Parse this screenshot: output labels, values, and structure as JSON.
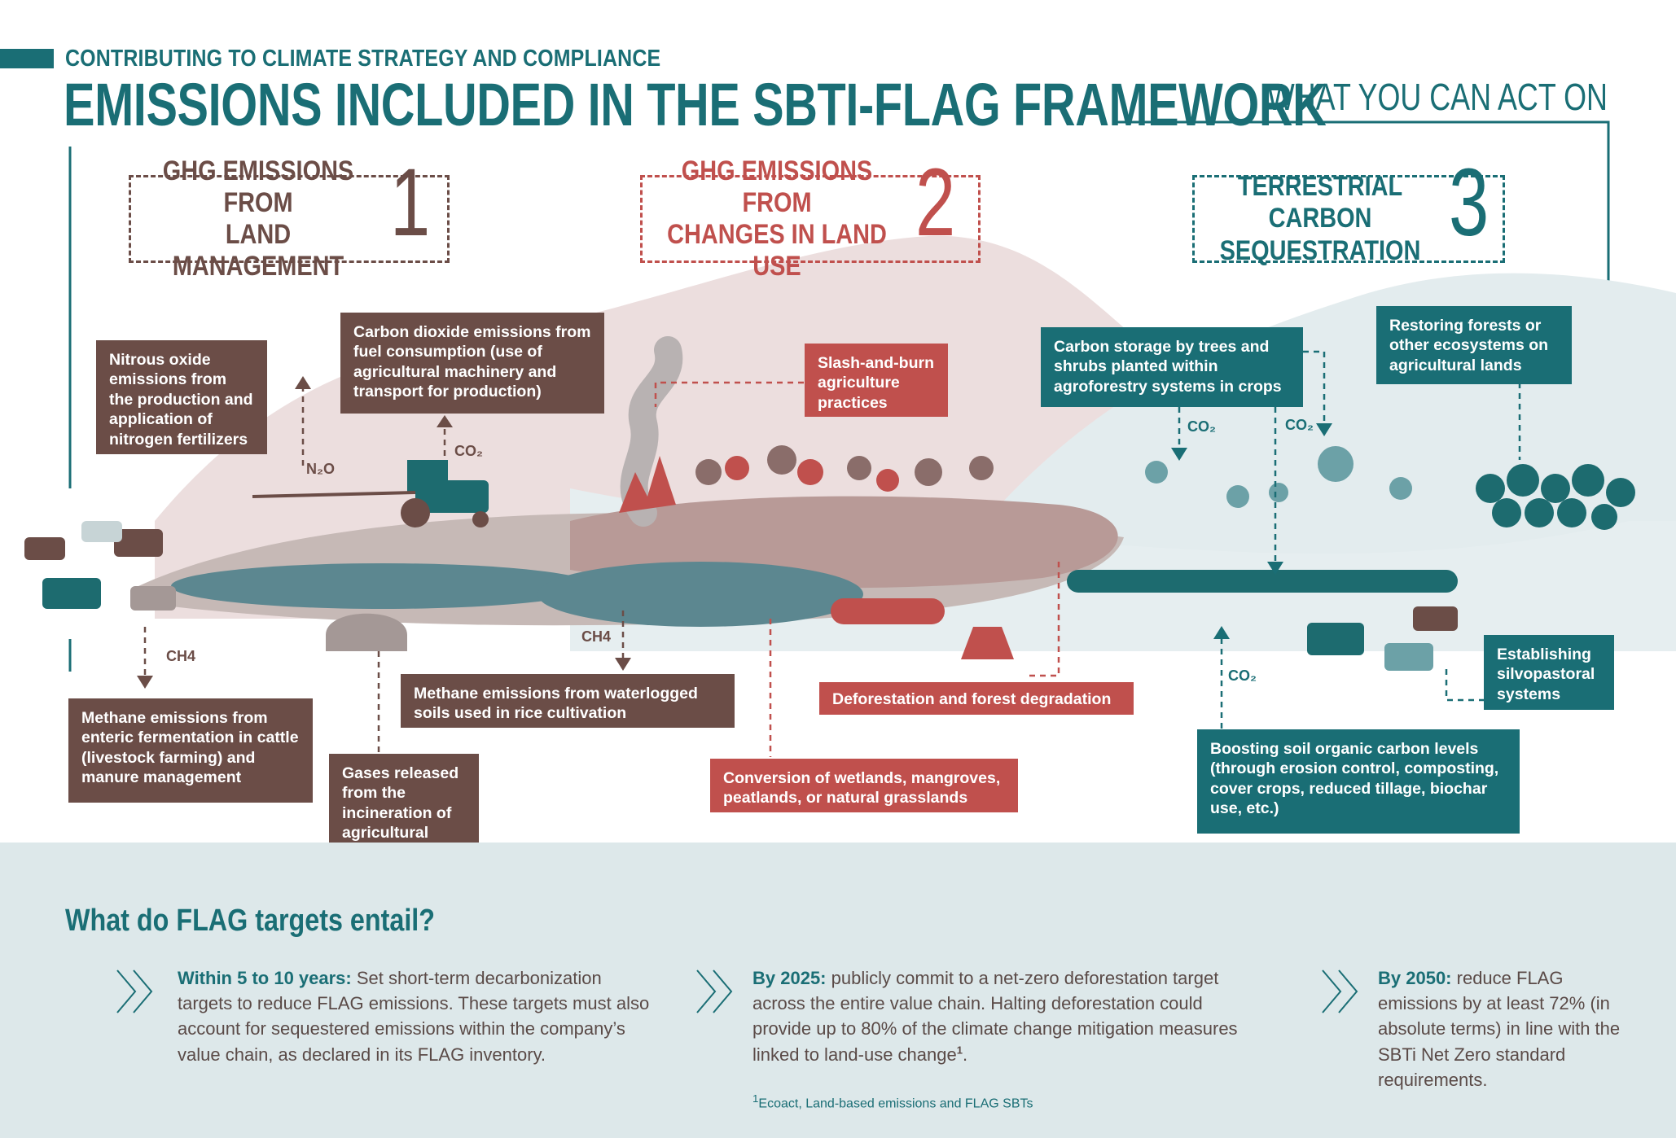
{
  "header": {
    "kicker": "CONTRIBUTING TO CLIMATE STRATEGY AND COMPLIANCE",
    "title": "EMISSIONS INCLUDED IN THE SBTI-FLAG FRAMEWORK",
    "act_on": "WHAT YOU CAN ACT ON"
  },
  "categories": [
    {
      "label_line1": "GHG EMISSIONS FROM",
      "label_line2": "LAND MANAGEMENT",
      "number": "1",
      "color": "#6b4d47"
    },
    {
      "label_line1": "GHG EMISSIONS FROM",
      "label_line2": "CHANGES IN LAND USE",
      "number": "2",
      "color": "#c0504d"
    },
    {
      "label_line1": "TERRESTRIAL CARBON",
      "label_line2": "SEQUESTRATION",
      "number": "3",
      "color": "#1a6e75"
    }
  ],
  "callouts": {
    "nitrous": "Nitrous oxide emissions from the production and application of nitrogen fertilizers",
    "carbon_fuel": "Carbon dioxide emissions from fuel consumption (use of agricultural machinery and transport for production)",
    "enteric": "Methane emissions from enteric fermentation in cattle (livestock farming) and manure management",
    "incineration": "Gases released from the incineration of agricultural waste",
    "rice": "Methane emissions from waterlogged soils used in rice cultivation",
    "slash_burn": "Slash-and-burn agriculture practices",
    "deforestation": "Deforestation and forest degradation",
    "conversion": "Conversion of wetlands, mangroves, peatlands, or natural grasslands",
    "agroforestry": "Carbon storage by trees and shrubs planted within agroforestry systems in crops",
    "restoring": "Restoring forests or other ecosystems on agricultural lands",
    "silvopastoral": "Establishing silvopastoral systems",
    "soil_carbon": "Boosting soil organic carbon levels (through erosion control, composting, cover crops, reduced tillage, biochar use, etc.)"
  },
  "gas_labels": {
    "n2o": "N₂O",
    "co2": "CO₂",
    "ch4": "CH4"
  },
  "targets": {
    "question": "What do FLAG targets entail?",
    "items": [
      {
        "lead": "Within 5 to 10 years:",
        "text": " Set short-term decarbonization targets to reduce FLAG emissions. These targets must also account for sequestered emissions within the company’s value chain, as declared in its FLAG inventory."
      },
      {
        "lead": "By 2025:",
        "text": " publicly commit to a net-zero deforestation target across the entire value chain. Halting deforestation could provide up to 80% of the climate change mitigation measures linked to land-use change",
        "sup": "1",
        "tail": "."
      },
      {
        "lead": "By 2050:",
        "text": " reduce FLAG emissions by at least 72% (in absolute terms) in line with the SBTi Net Zero standard requirements."
      }
    ],
    "footnote_mark": "1",
    "footnote": "Ecoact, Land-based emissions and FLAG SBTs"
  },
  "colors": {
    "brown": "#6b4d47",
    "red": "#c0504d",
    "teal": "#1a6e75",
    "panel": "#dde8ea"
  }
}
